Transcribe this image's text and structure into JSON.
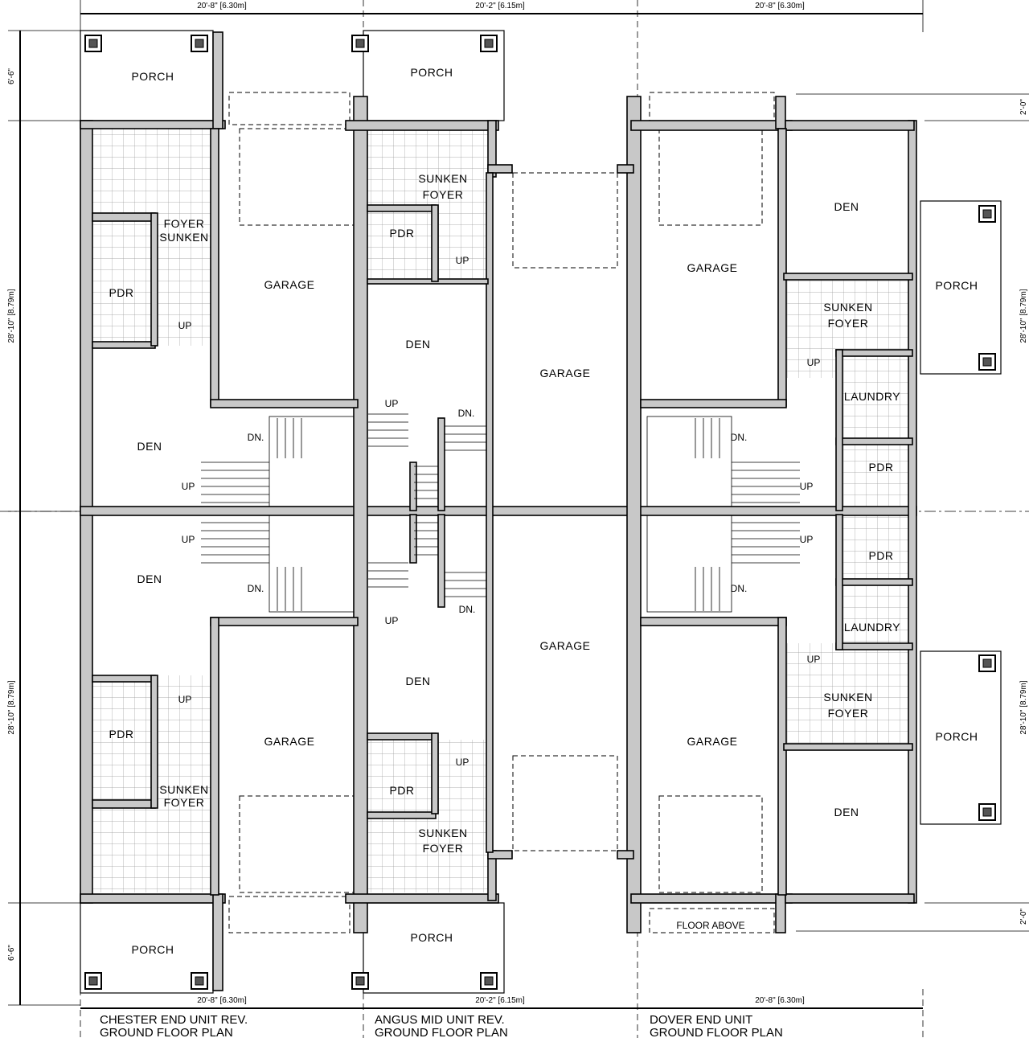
{
  "dimensions": {
    "top": [
      "20'-8\" [6.30m]",
      "20'-2\" [6.15m]",
      "20'-8\" [6.30m]"
    ],
    "bottom": [
      "20'-8\" [6.30m]",
      "20'-2\" [6.15m]",
      "20'-8\" [6.30m]"
    ],
    "left": [
      "6'-6\"",
      "28'-10\" [8.79m]",
      "28'-10\" [8.79m]",
      "6'-6\""
    ],
    "right": [
      "2'-0\"",
      "28'-10\" [8.79m]",
      "28'-10\" [8.79m]",
      "2'-0\""
    ]
  },
  "units": [
    {
      "name": "CHESTER END UNIT REV.",
      "subtitle": "GROUND FLOOR PLAN"
    },
    {
      "name": "ANGUS MID UNIT REV.",
      "subtitle": "GROUND FLOOR PLAN"
    },
    {
      "name": "DOVER END UNIT",
      "subtitle": "GROUND FLOOR PLAN"
    }
  ],
  "rooms": {
    "porch": "PORCH",
    "garage": "GARAGE",
    "den": "DEN",
    "pdr": "PDR",
    "sunken": "SUNKEN",
    "foyer": "FOYER",
    "laundry": "LAUNDRY",
    "up": "UP",
    "dn": "DN.",
    "floor_above": "FLOOR ABOVE"
  }
}
